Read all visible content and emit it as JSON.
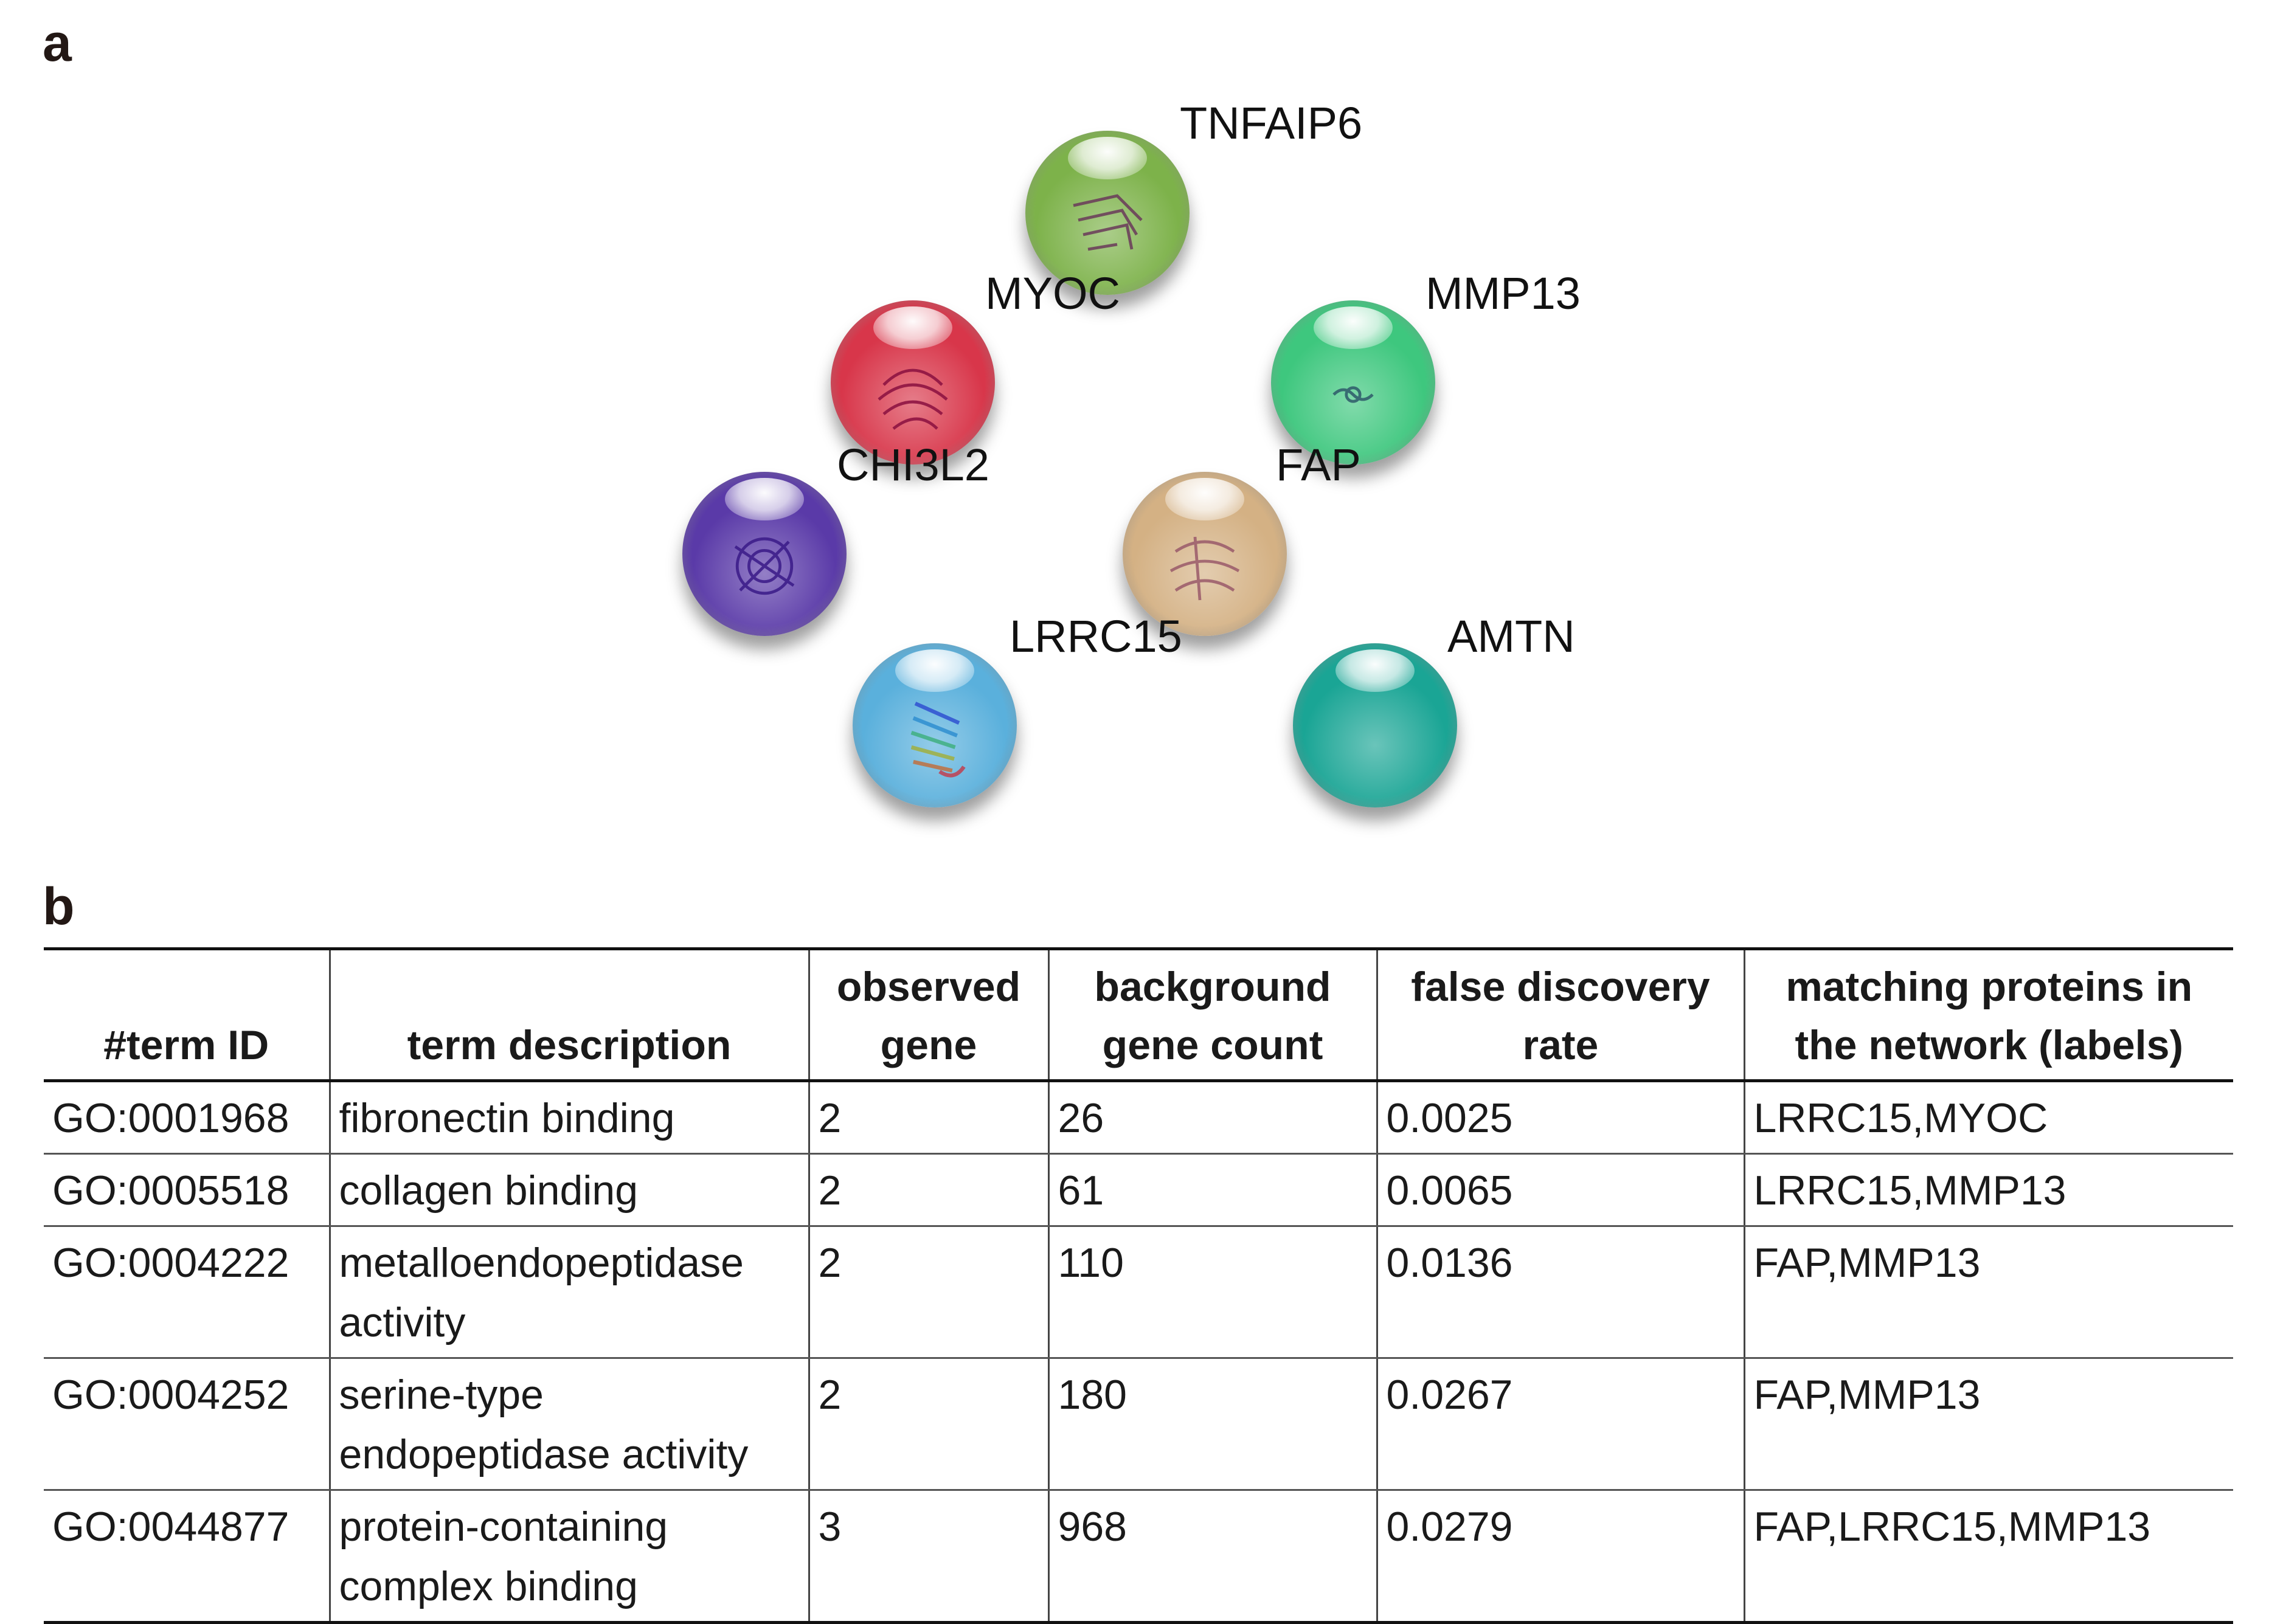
{
  "panels": {
    "a_label": "a",
    "b_label": "b"
  },
  "network": {
    "nodes": [
      {
        "id": "TNFAIP6",
        "label": "TNFAIP6",
        "color": "#7db24a",
        "structure": "beta-sheet"
      },
      {
        "id": "MYOC",
        "label": "MYOC",
        "color": "#d8364a",
        "structure": "beta-propeller"
      },
      {
        "id": "MMP13",
        "label": "MMP13",
        "color": "#3ec77e",
        "structure": "small-coil"
      },
      {
        "id": "CHI3L2",
        "label": "CHI3L2",
        "color": "#5a3aa8",
        "structure": "barrel"
      },
      {
        "id": "FAP",
        "label": "FAP",
        "color": "#d4b184",
        "structure": "propeller"
      },
      {
        "id": "LRRC15",
        "label": "LRRC15",
        "color": "#5ab0dc",
        "structure": "leucine-repeat"
      },
      {
        "id": "AMTN",
        "label": "AMTN",
        "color": "#1aa595",
        "structure": "none"
      }
    ]
  },
  "table": {
    "headers": {
      "term_id": "#term ID",
      "term_description": "term description",
      "observed_gene": "observed gene",
      "background_gene_count": "background gene count",
      "fdr": "false discovery rate",
      "matching_proteins": "matching proteins in the network (labels)"
    },
    "rows": [
      {
        "term_id": "GO:0001968",
        "term_description": "fibronectin binding",
        "observed_gene": "2",
        "background_gene_count": "26",
        "fdr": "0.0025",
        "matching_proteins": "LRRC15,MYOC"
      },
      {
        "term_id": "GO:0005518",
        "term_description": "collagen binding",
        "observed_gene": "2",
        "background_gene_count": "61",
        "fdr": "0.0065",
        "matching_proteins": "LRRC15,MMP13"
      },
      {
        "term_id": "GO:0004222",
        "term_description": "metalloendopeptidase activity",
        "observed_gene": "2",
        "background_gene_count": "110",
        "fdr": "0.0136",
        "matching_proteins": "FAP,MMP13"
      },
      {
        "term_id": "GO:0004252",
        "term_description": "serine-type endopeptidase activity",
        "observed_gene": "2",
        "background_gene_count": "180",
        "fdr": "0.0267",
        "matching_proteins": "FAP,MMP13"
      },
      {
        "term_id": "GO:0044877",
        "term_description": "protein-containing complex binding",
        "observed_gene": "3",
        "background_gene_count": "968",
        "fdr": "0.0279",
        "matching_proteins": "FAP,LRRC15,MMP13"
      }
    ]
  }
}
